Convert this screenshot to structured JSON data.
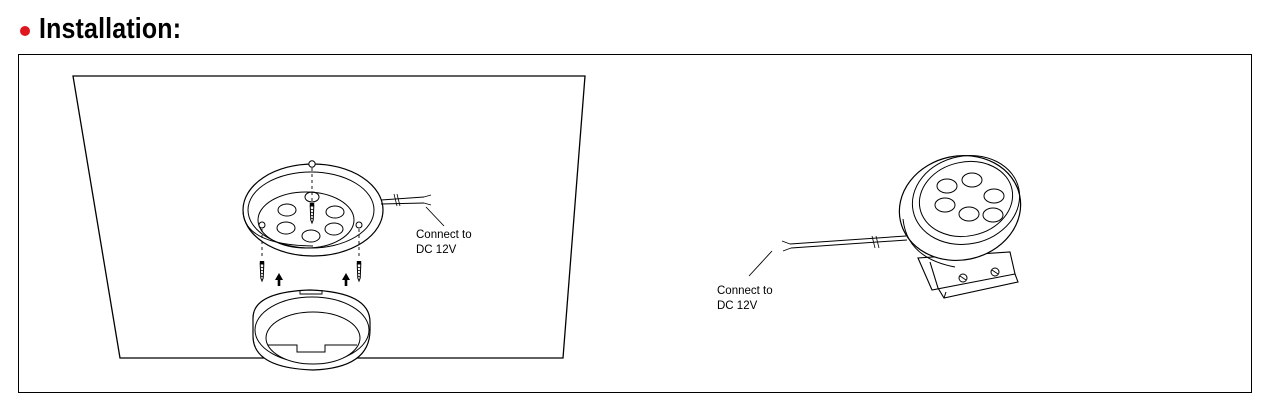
{
  "heading": {
    "title": "Installation:",
    "bullet_color": "#e0161f"
  },
  "left_diagram": {
    "callout_line1": "Connect to",
    "callout_line2": "DC 12V"
  },
  "right_diagram": {
    "callout_line1": "Connect to",
    "callout_line2": "DC 12V"
  }
}
